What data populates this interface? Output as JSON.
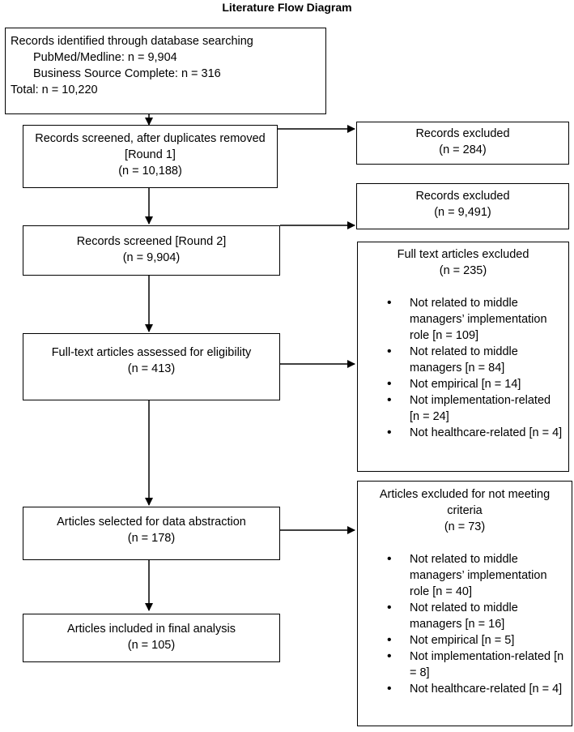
{
  "title": "Literature Flow Diagram",
  "identified": {
    "heading": "Records identified through database searching",
    "line1": "PubMed/Medline: n = 9,904",
    "line2": "Business Source Complete: n = 316",
    "total": "Total: n = 10,220"
  },
  "screened1": {
    "line1": "Records screened, after duplicates removed",
    "line2": "[Round 1]",
    "line3": "(n = 10,188)"
  },
  "excluded1": {
    "line1": "Records excluded",
    "line2": "(n = 284)"
  },
  "screened2": {
    "line1": "Records screened [Round 2]",
    "line2": "(n = 9,904)"
  },
  "excluded2": {
    "line1": "Records excluded",
    "line2": "(n = 9,491)"
  },
  "fulltext": {
    "line1": "Full-text articles assessed for eligibility",
    "line2": "(n = 413)"
  },
  "fulltext_excluded": {
    "line1": "Full text articles excluded",
    "line2": "(n = 235)",
    "items": [
      "Not related to middle managers’ implementation role [n = 109]",
      "Not related to middle managers [n = 84]",
      "Not empirical [n = 14]",
      "Not implementation-related [n = 24]",
      "Not healthcare-related [n = 4]"
    ]
  },
  "selected": {
    "line1": "Articles selected for data abstraction",
    "line2": "(n = 178)"
  },
  "criteria_excluded": {
    "line1": "Articles excluded for not meeting criteria",
    "line2": "(n = 73)",
    "items": [
      "Not related to middle managers’ implementation role [n = 40]",
      "Not related to middle managers [n = 16]",
      "Not empirical [n = 5]",
      "Not implementation-related [n = 8]",
      "Not healthcare-related [n = 4]"
    ]
  },
  "included": {
    "line1": "Articles included in final analysis",
    "line2": "(n = 105)"
  }
}
